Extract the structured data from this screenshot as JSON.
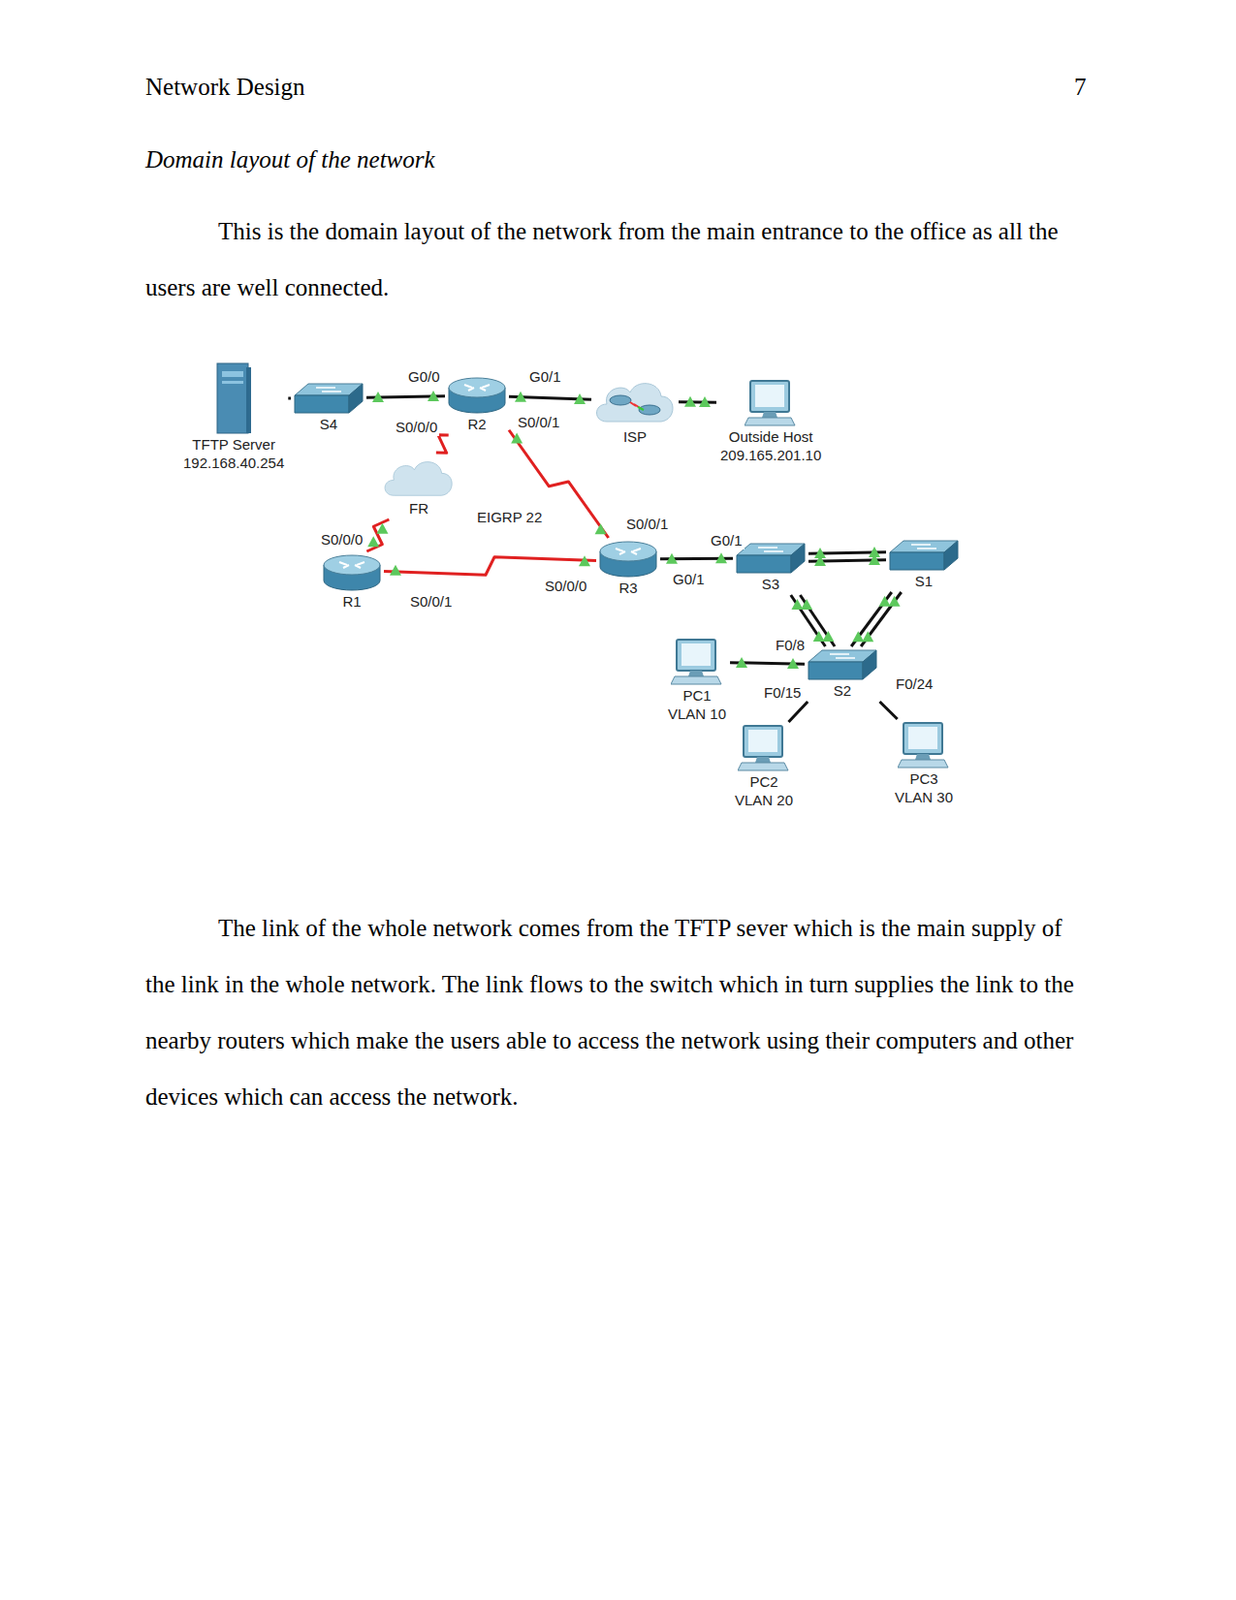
{
  "diagram": {
    "title": "Domain layout of the network",
    "nodes": [
      {
        "text": [
          "TFTP Server",
          "192.168.40.254"
        ]
      },
      {
        "text": [
          "S4"
        ]
      },
      {
        "text": [
          "R2"
        ]
      },
      {
        "text": [
          "ISP"
        ]
      },
      {
        "text": [
          "Outside Host",
          "209.165.201.10"
        ]
      },
      {
        "text": [
          "FR"
        ]
      },
      {
        "text": [
          "R1"
        ]
      },
      {
        "text": [
          "R3"
        ]
      },
      {
        "text": [
          "S3"
        ]
      },
      {
        "text": [
          "S1"
        ]
      },
      {
        "text": [
          "S2"
        ]
      },
      {
        "text": [
          "PC1",
          "VLAN 10"
        ]
      },
      {
        "text": [
          "PC2",
          "VLAN 20"
        ]
      },
      {
        "text": [
          "PC3",
          "VLAN 30"
        ]
      }
    ],
    "edges": [
      {
        "from": 0,
        "to": 1,
        "arrow": "none"
      },
      {
        "from": 1,
        "to": 2,
        "arrow": "none"
      },
      {
        "from": 2,
        "to": 3,
        "arrow": "none"
      },
      {
        "from": 3,
        "to": 4,
        "arrow": "none"
      },
      {
        "from": 2,
        "to": 5,
        "arrow": "none"
      },
      {
        "from": 5,
        "to": 6,
        "arrow": "none"
      },
      {
        "from": 6,
        "to": 7,
        "arrow": "none"
      },
      {
        "from": 2,
        "to": 7,
        "arrow": "none"
      },
      {
        "from": 7,
        "to": 8,
        "arrow": "none"
      },
      {
        "from": 8,
        "to": 9,
        "arrow": "none"
      },
      {
        "from": 8,
        "to": 9,
        "arrow": "none"
      },
      {
        "from": 8,
        "to": 10,
        "arrow": "none"
      },
      {
        "from": 8,
        "to": 10,
        "arrow": "none"
      },
      {
        "from": 9,
        "to": 10,
        "arrow": "none"
      },
      {
        "from": 9,
        "to": 10,
        "arrow": "none"
      },
      {
        "from": 10,
        "to": 11,
        "arrow": "none"
      },
      {
        "from": 10,
        "to": 12,
        "arrow": "none"
      },
      {
        "from": 10,
        "to": 13,
        "arrow": "none"
      }
    ],
    "labels": [
      "Network Design",
      "7",
      "This is the domain layout of the network from the main entrance to the office as all the users are well connected.",
      "The link of the whole network comes from the TFTP sever which is the main supply of the link in the whole network. The link flows to the switch which in turn supplies the link to the nearby routers which make the users able to access the network using their computers and other devices which can access the network.",
      "G0/0",
      "S0/0/0",
      "G0/1",
      "S0/0/1",
      "EIGRP 22",
      "S0/0/0",
      "S0/0/1",
      "S0/0/1",
      "S0/0/0",
      "G0/1",
      "G0/1",
      "F0/8",
      "F0/15",
      "F0/24"
    ]
  }
}
